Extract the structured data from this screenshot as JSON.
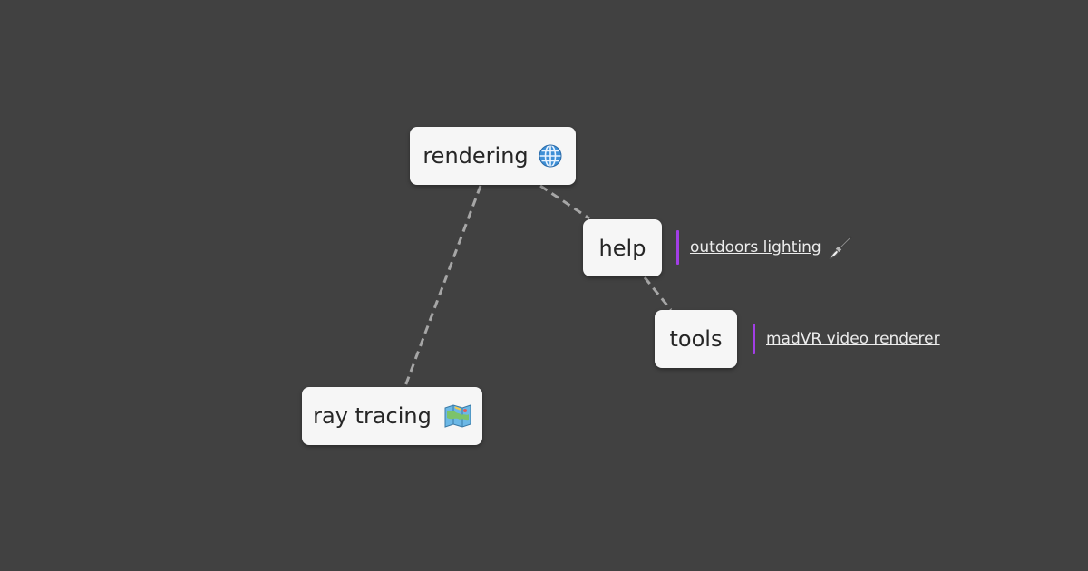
{
  "nodes": {
    "rendering": {
      "label": "rendering",
      "icon": "globe-icon"
    },
    "help": {
      "label": "help"
    },
    "tools": {
      "label": "tools"
    },
    "ray_tracing": {
      "label": "ray tracing",
      "icon": "map-icon"
    }
  },
  "notes": {
    "help": {
      "link_text": "outdoors lighting",
      "icon": "paintbrush-icon"
    },
    "tools": {
      "link_text": "madVR video renderer"
    }
  },
  "edges": [
    {
      "from": "rendering",
      "to": "help"
    },
    {
      "from": "help",
      "to": "tools"
    },
    {
      "from": "rendering",
      "to": "ray_tracing"
    }
  ],
  "colors": {
    "background": "#414141",
    "node_fill": "#f6f6f6",
    "edge": "#a6a6a6",
    "note_accent": "#a23ee6"
  }
}
